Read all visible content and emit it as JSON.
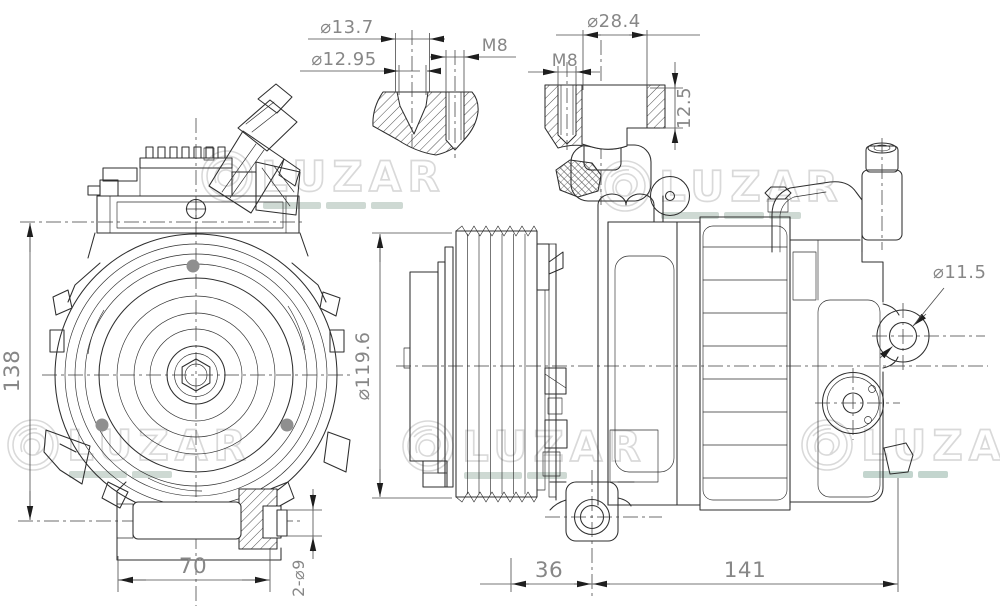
{
  "watermark": {
    "brand": "LUZAR"
  },
  "details": {
    "left_section": {
      "bore_outer": "⌀13.7",
      "bore_inner": "⌀12.95",
      "thread": "M8"
    },
    "right_section": {
      "port_bore": "⌀28.4",
      "thread": "M8",
      "depth": "12.5"
    }
  },
  "front_view": {
    "overall_height": "138",
    "mount_width": "70",
    "mount_holes": "2-⌀9"
  },
  "side_view": {
    "pulley_diameter": "⌀119.6",
    "lug_hole": "⌀11.5",
    "pulley_to_foot": "36",
    "body_length": "141"
  }
}
